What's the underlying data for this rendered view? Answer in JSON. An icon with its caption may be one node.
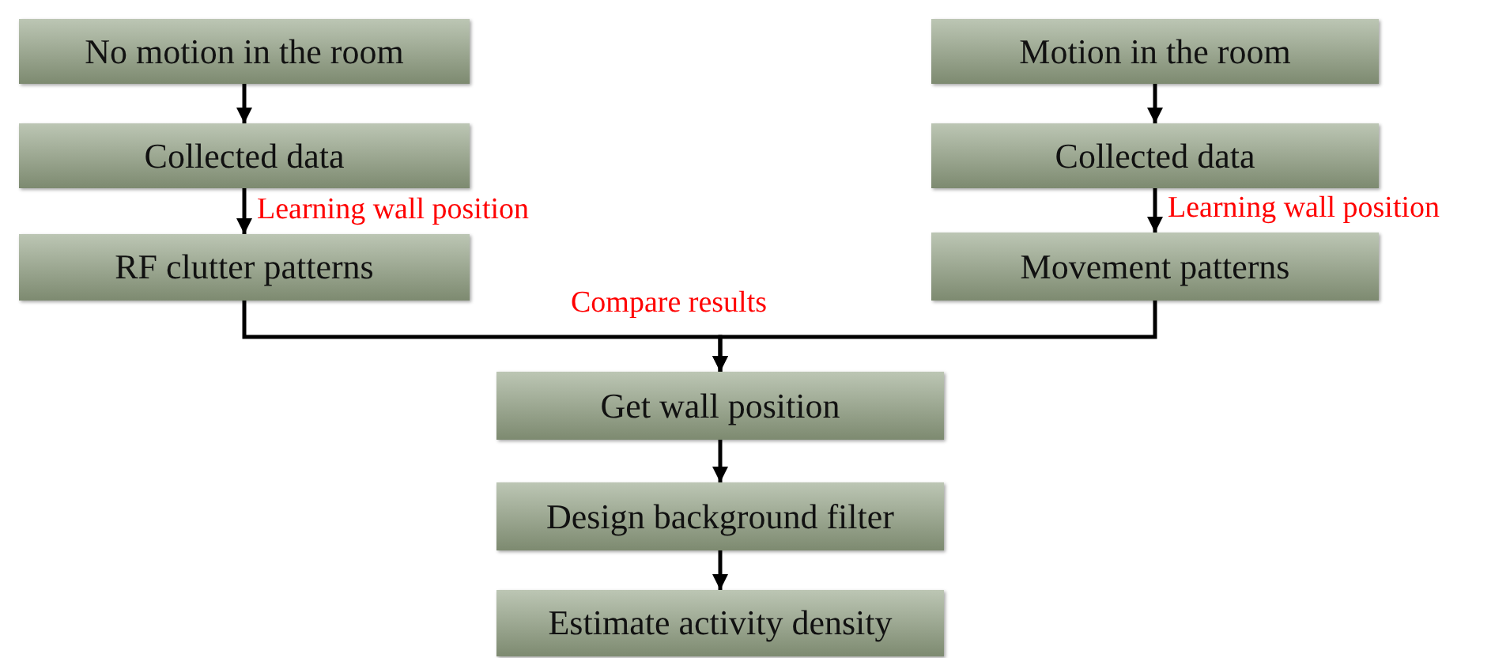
{
  "diagram": {
    "nodes": [
      {
        "text": [
          "No motion in the room"
        ]
      },
      {
        "text": [
          "Collected data"
        ]
      },
      {
        "text": [
          "RF clutter patterns"
        ]
      },
      {
        "text": [
          "Motion in the room"
        ]
      },
      {
        "text": [
          "Collected data"
        ]
      },
      {
        "text": [
          "Movement patterns"
        ]
      },
      {
        "text": [
          "Get wall position"
        ]
      },
      {
        "text": [
          "Design background filter"
        ]
      },
      {
        "text": [
          "Estimate activity density"
        ]
      }
    ],
    "edges": [
      {
        "from": 0,
        "to": 1,
        "arrow": "to"
      },
      {
        "from": 1,
        "to": 2,
        "arrow": "to",
        "label": "Learning wall position"
      },
      {
        "from": 3,
        "to": 4,
        "arrow": "to"
      },
      {
        "from": 4,
        "to": 5,
        "arrow": "to",
        "label": "Learning wall position"
      },
      {
        "from": 2,
        "to": 6,
        "arrow": "to"
      },
      {
        "from": 5,
        "to": 6,
        "arrow": "to"
      },
      {
        "from": 6,
        "to": 7,
        "arrow": "to"
      },
      {
        "from": 7,
        "to": 8,
        "arrow": "to"
      }
    ],
    "labels": [
      "Compare results"
    ]
  }
}
